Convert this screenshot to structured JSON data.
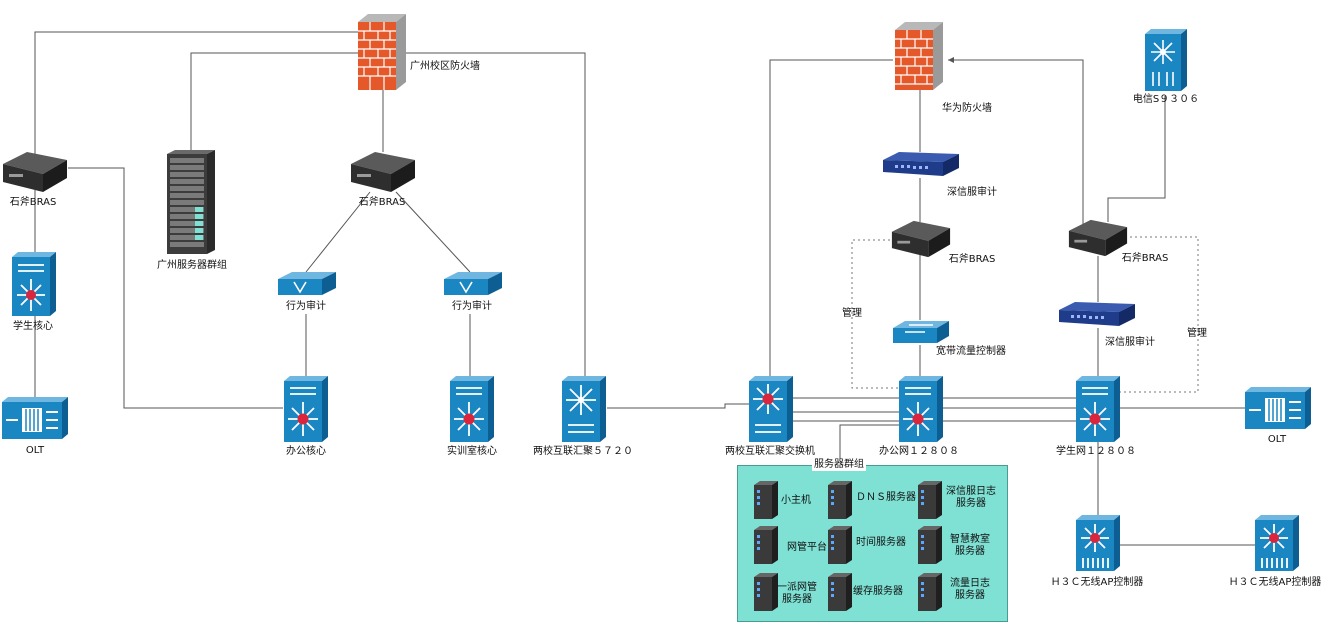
{
  "colors": {
    "firewall_brick": "#e4582a",
    "switch_blue": "#1a86c2",
    "switch_core_red": "#d9263c",
    "bras_dark": "#2e2e2e",
    "server_group_bg": "#7fe0d4",
    "audit_blue": "#1f3c8a",
    "wire": "#555555"
  },
  "icons": {
    "firewall": "brick-firewall-icon",
    "bras": "router-box-icon",
    "core_switch": "multilayer-switch-icon",
    "olt": "olt-icon",
    "server_rack": "server-rack-icon",
    "behavior_audit": "workgroup-switch-icon",
    "flow_controller": "flow-controller-icon",
    "audit_appliance": "rack-appliance-icon",
    "server": "server-tower-icon"
  },
  "nodes": {
    "gz_firewall": "广州校区防火墙",
    "hw_firewall": "华为防火墙",
    "telecom": "电信S９３０６",
    "bras_left": "石斧BRAS",
    "bras_gz": "石斧BRAS",
    "bras_hw": "石斧BRAS",
    "bras_right": "石斧BRAS",
    "gz_server_group": "广州服务器群组",
    "student_core": "学生核心",
    "olt_left": "OLT",
    "olt_right": "OLT",
    "audit_1": "行为审计",
    "audit_2": "行为审计",
    "office_core": "办公核心",
    "lab_core": "实训室核心",
    "agg_5720": "两校互联汇聚５７２０",
    "agg_switch": "两校互联汇聚交换机",
    "office_12808": "办公网１２８０８",
    "student_12808": "学生网１２８０８",
    "sx_audit_top": "深信服审计",
    "sx_audit_right": "深信服审计",
    "bandwidth_ctrl": "宽带流量控制器",
    "mgmt_left": "管理",
    "mgmt_right": "管理",
    "h3c_ap_1": "Ｈ３Ｃ无线AP控制器",
    "h3c_ap_2": "Ｈ３Ｃ无线AP控制器"
  },
  "server_group": {
    "title": "服务器群组",
    "servers": [
      "小主机",
      "ＤＮＳ服务器",
      "深信服日志\n服务器",
      "网管平台",
      "时间服务器",
      "智慧教室\n服务器",
      "一派网管\n服务器",
      "缓存服务器",
      "流量日志\n服务器"
    ]
  }
}
